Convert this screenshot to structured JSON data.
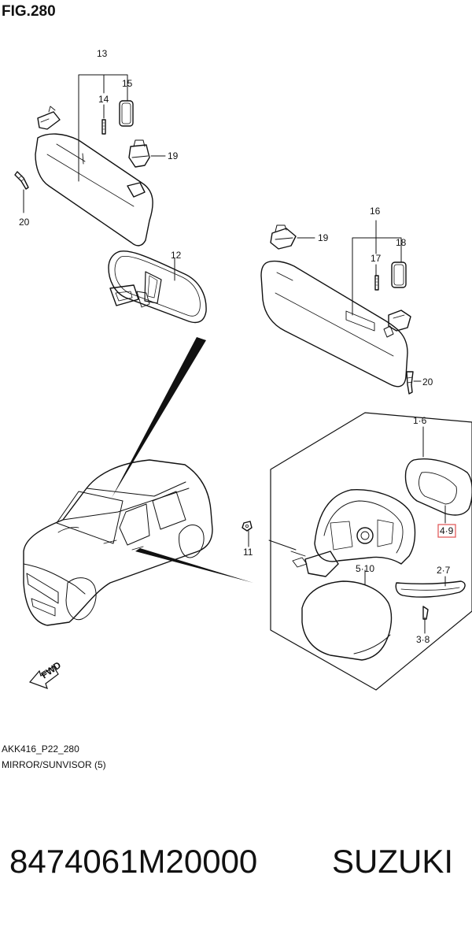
{
  "figure": {
    "title": "FIG.280"
  },
  "callouts": {
    "c13": "13",
    "c14": "14",
    "c15": "15",
    "c19a": "19",
    "c20a": "20",
    "c12": "12",
    "c16": "16",
    "c17": "17",
    "c18": "18",
    "c19b": "19",
    "c20b": "20",
    "c1_6": "1·6",
    "c4_9": "4·9",
    "c11": "11",
    "c5_10": "5·10",
    "c2_7": "2·7",
    "c3_8": "3·8"
  },
  "fwd_label": "FWD",
  "footer": {
    "code": "AKK416_P22_280",
    "caption": "MIRROR/SUNVISOR (5)"
  },
  "product": {
    "part_number": "8474061M20000",
    "brand": "SUZUKI"
  },
  "highlight_color": "#e05050"
}
